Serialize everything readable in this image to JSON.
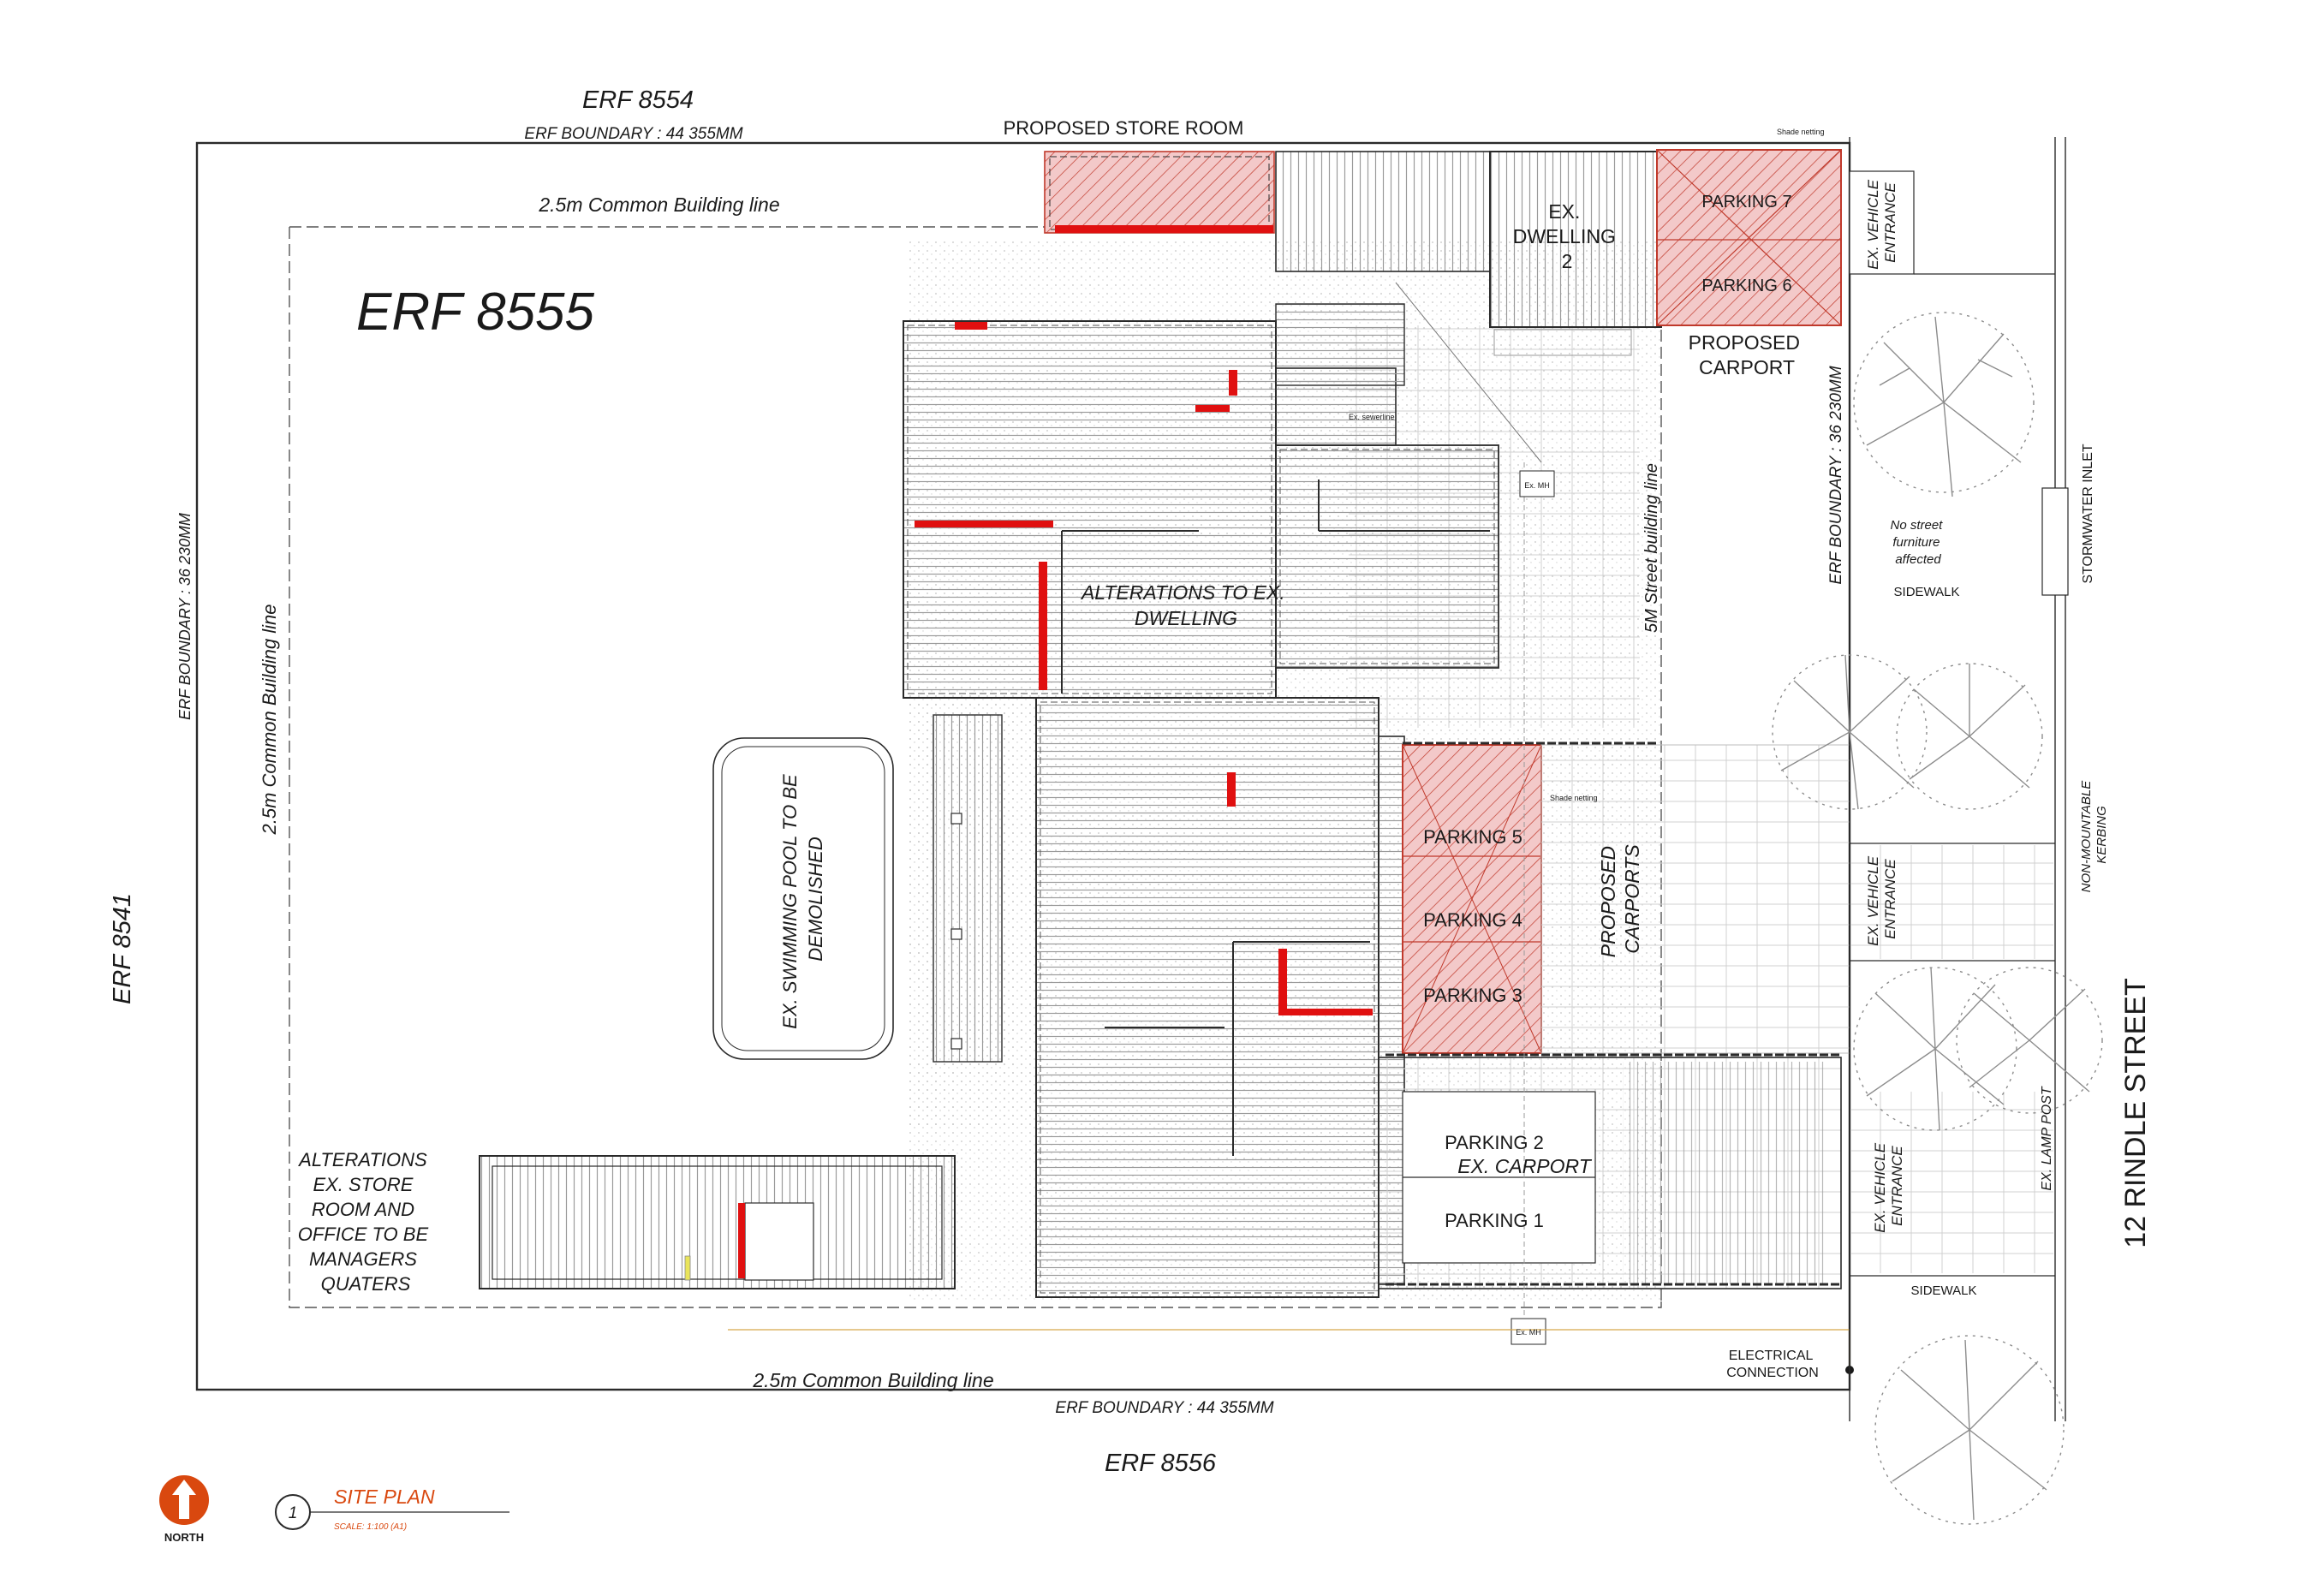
{
  "colors": {
    "line": "#2a2a2a",
    "hatch": "#9a9a9a",
    "red": "#e01010",
    "parkingFill": "#f3c9c9",
    "parkingStroke": "#c0392b",
    "title": "#d9480f",
    "tree": "#8c8c8c"
  },
  "labels": {
    "erf8554": "ERF 8554",
    "erf8555": "ERF 8555",
    "erf8541": "ERF 8541",
    "erf8556": "ERF 8556",
    "boundaryTop": "ERF BOUNDARY : 44 355MM",
    "boundaryBottom": "ERF BOUNDARY : 44 355MM",
    "boundaryLeft": "ERF BOUNDARY : 36 230MM",
    "boundaryRight": "ERF BOUNDARY : 36 230MM",
    "buildLineTop": "2.5m Common Building line",
    "buildLineBottom": "2.5m Common Building line",
    "buildLineLeft": "2.5m Common Building line",
    "streetBuildLine": "5M Street building line",
    "storeRoom": "PROPOSED STORE ROOM",
    "dwelling2": [
      "EX.",
      "DWELLING",
      "2"
    ],
    "parking7": "PARKING 7",
    "parking6": "PARKING 6",
    "proposedCarport": [
      "PROPOSED",
      "CARPORT"
    ],
    "alterations": [
      "ALTERATIONS TO EX.",
      "DWELLING"
    ],
    "pool": [
      "EX. SWIMMING POOL TO BE",
      "DEMOLISHED"
    ],
    "parking5": "PARKING 5",
    "parking4": "PARKING 4",
    "parking3": "PARKING 3",
    "proposedCarports": [
      "PROPOSED",
      "CARPORTS"
    ],
    "parking2": "PARKING 2",
    "exCarport": "EX. CARPORT",
    "parking1": "PARKING 1",
    "storeAlt": [
      "ALTERATIONS",
      "EX. STORE",
      "ROOM AND",
      "OFFICE TO BE",
      "MANAGERS",
      "QUATERS"
    ],
    "electrical": [
      "ELECTRICAL",
      "CONNECTION"
    ],
    "vehicleEntrance": [
      "EX. VEHICLE",
      "ENTRANCE"
    ],
    "noStreet": [
      "No street",
      "furniture",
      "affected"
    ],
    "sidewalk": "SIDEWALK",
    "stormwater": "STORMWATER INLET",
    "kerbing": [
      "NON-MOUNTABLE",
      "KERBING"
    ],
    "lampPost": "EX. LAMP POST",
    "street": "12 RINDLE STREET",
    "sitePlan": "SITE PLAN",
    "scale": "SCALE:   1:100 (A1)",
    "north": "NORTH",
    "markerNum": "1",
    "shadeNetting": "Shade netting",
    "exMH": "Ex. MH",
    "exSewerline": "Ex. sewerline"
  }
}
